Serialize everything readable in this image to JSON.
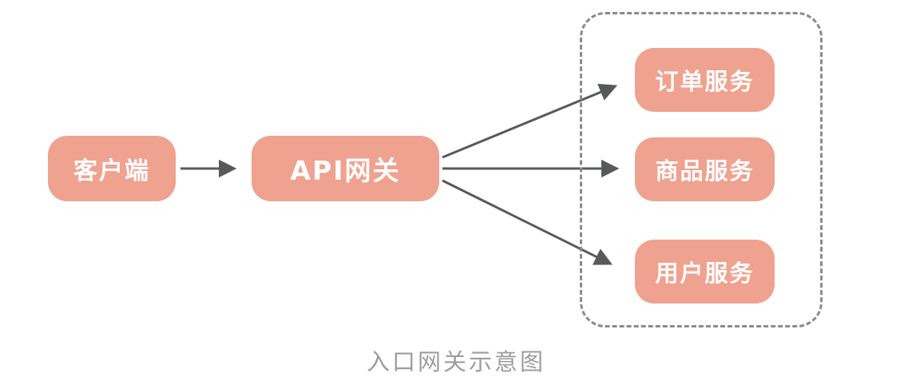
{
  "title": "入口网关示意图",
  "nodes": {
    "client": {
      "label": "客户端"
    },
    "gateway": {
      "label": "API网关"
    },
    "services": [
      {
        "label": "订单服务"
      },
      {
        "label": "商品服务"
      },
      {
        "label": "用户服务"
      }
    ]
  },
  "connections": [
    {
      "from": "客户端",
      "to": "API网关"
    },
    {
      "from": "API网关",
      "to": "订单服务"
    },
    {
      "from": "API网关",
      "to": "商品服务"
    },
    {
      "from": "API网关",
      "to": "用户服务"
    }
  ],
  "colors": {
    "node_fill": "#efa28f",
    "node_text": "#ffffff",
    "arrow": "#58595b",
    "dashed_border": "#8b8b8b",
    "caption_text": "#9d9d9d"
  }
}
